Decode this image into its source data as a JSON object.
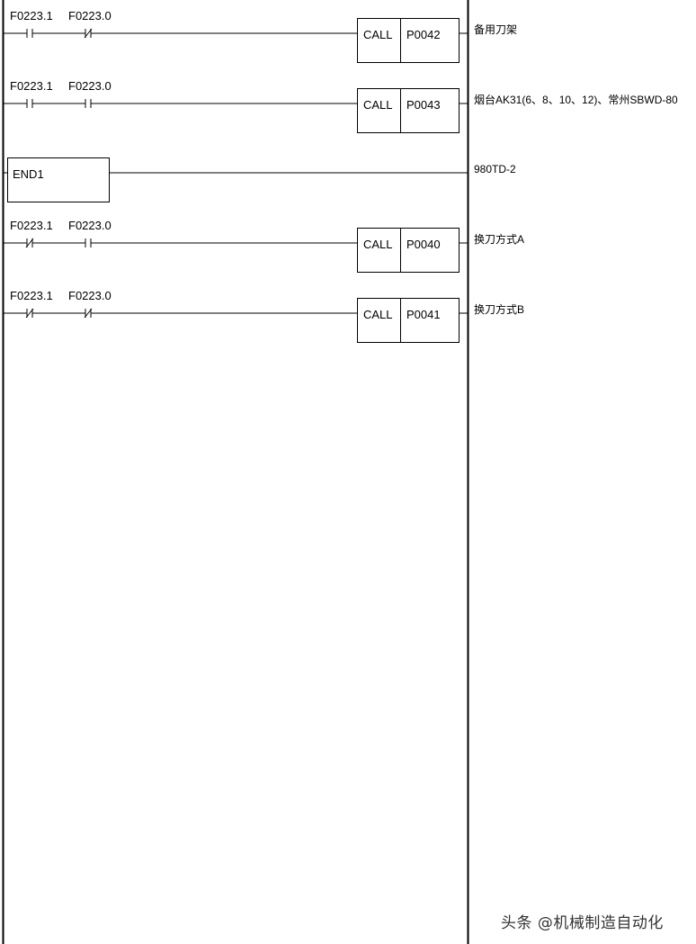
{
  "rungs": [
    {
      "contacts": [
        {
          "label": "F0223.1",
          "type": "NO"
        },
        {
          "label": "F0223.0",
          "type": "NC"
        }
      ],
      "block": {
        "cmd": "CALL",
        "arg": "P0042"
      },
      "comment": "备用刀架"
    },
    {
      "contacts": [
        {
          "label": "F0223.1",
          "type": "NO"
        },
        {
          "label": "F0223.0",
          "type": "NO"
        }
      ],
      "block": {
        "cmd": "CALL",
        "arg": "P0043"
      },
      "comment": "烟台AK31(6、8、10、12)、常州SBWD-80"
    },
    {
      "end_block": "END1",
      "comment": "980TD-2"
    },
    {
      "contacts": [
        {
          "label": "F0223.1",
          "type": "NC"
        },
        {
          "label": "F0223.0",
          "type": "NO"
        }
      ],
      "block": {
        "cmd": "CALL",
        "arg": "P0040"
      },
      "comment": "换刀方式A"
    },
    {
      "contacts": [
        {
          "label": "F0223.1",
          "type": "NC"
        },
        {
          "label": "F0223.0",
          "type": "NC"
        }
      ],
      "block": {
        "cmd": "CALL",
        "arg": "P0041"
      },
      "comment": "换刀方式B"
    }
  ],
  "watermark": "头条 @机械制造自动化"
}
